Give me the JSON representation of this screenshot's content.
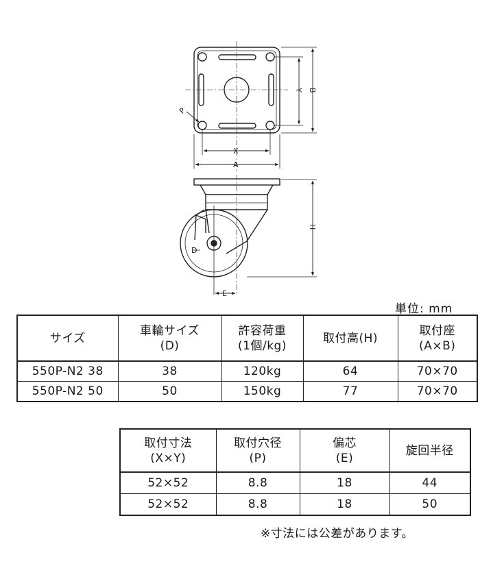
{
  "diagram": {
    "labels": {
      "y": "Y",
      "b": "B",
      "p": "P",
      "x": "X",
      "a": "A",
      "h": "H",
      "d": "D",
      "e": "E"
    }
  },
  "unit_note": "単位: mm",
  "main_table": {
    "headers": [
      {
        "line1": "サイズ",
        "line2": ""
      },
      {
        "line1": "車輪サイズ",
        "line2": "(D)"
      },
      {
        "line1": "許容荷重",
        "line2": "(1個/kg)"
      },
      {
        "line1": "取付高(H)",
        "line2": ""
      },
      {
        "line1": "取付座",
        "line2": "(A×B)"
      }
    ],
    "rows": [
      [
        "550P-N2 38",
        "38",
        "120kg",
        "64",
        "70×70"
      ],
      [
        "550P-N2 50",
        "50",
        "150kg",
        "77",
        "70×70"
      ]
    ]
  },
  "sub_table": {
    "headers": [
      {
        "line1": "取付寸法",
        "line2": "(X×Y)"
      },
      {
        "line1": "取付穴径",
        "line2": "(P)"
      },
      {
        "line1": "偏芯",
        "line2": "(E)"
      },
      {
        "line1": "旋回半径",
        "line2": ""
      }
    ],
    "rows": [
      [
        "52×52",
        "8.8",
        "18",
        "44"
      ],
      [
        "52×52",
        "8.8",
        "18",
        "50"
      ]
    ]
  },
  "footnote": "※寸法には公差があります。"
}
